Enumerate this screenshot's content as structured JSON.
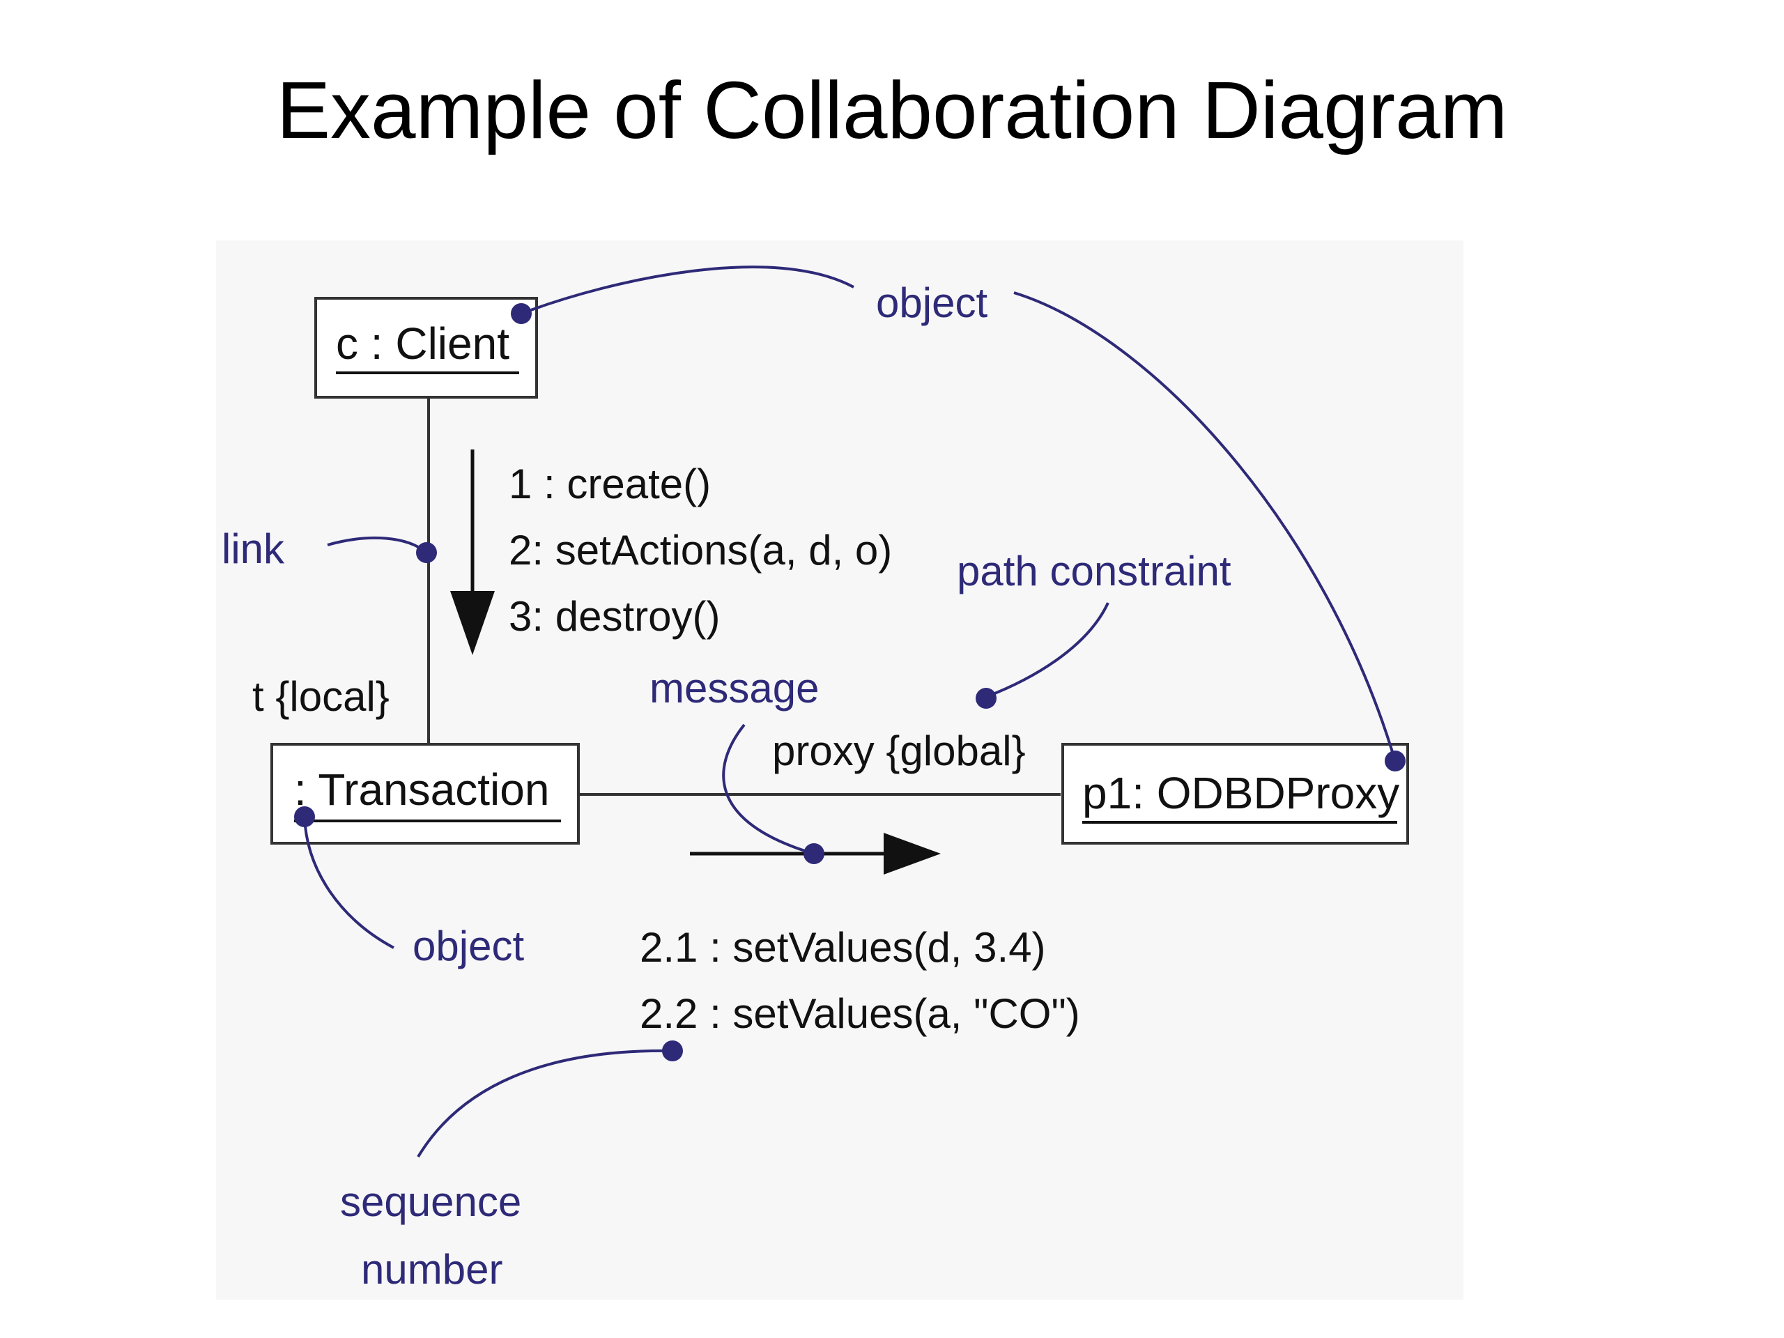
{
  "title": "Example of Collaboration Diagram",
  "colors": {
    "annotation": "#2e2a78",
    "ink": "#111111",
    "box_border": "#333333",
    "diagram_background": "#f7f7f7"
  },
  "objects": {
    "client": "c : Client",
    "transaction": ": Transaction",
    "proxy": "p1: ODBDProxy"
  },
  "links": {
    "client_transaction_role": "t {local}",
    "transaction_proxy_role": "proxy {global}"
  },
  "messages": {
    "client_to_transaction": [
      "1 : create()",
      "2: setActions(a, d, o)",
      "3: destroy()"
    ],
    "transaction_to_proxy": [
      "2.1 : setValues(d, 3.4)",
      "2.2 : setValues(a, \"CO\")"
    ]
  },
  "annotations": {
    "object_top": "object",
    "link": "link",
    "path_constraint": "path constraint",
    "message": "message",
    "object_bottom": "object",
    "sequence_number": [
      "sequence",
      "number"
    ]
  }
}
